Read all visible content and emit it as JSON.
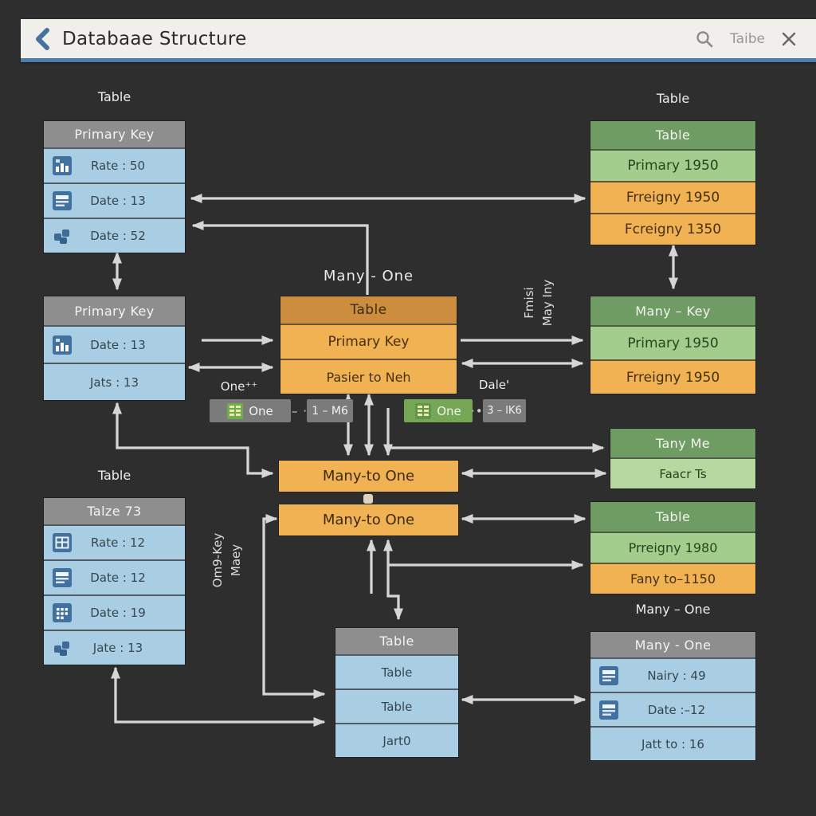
{
  "colors": {
    "background": "#2e2e2f",
    "app_bar": "#f1efec",
    "app_bar_underline": "#4f7dab",
    "accent_blue": "#47719f",
    "arrow": "#d6d6d6",
    "gray_header": "#8e8e8e",
    "blue_row": "#a9cee3",
    "green_header": "#6f9c63",
    "green_row": "#a3cd8d",
    "orange_row": "#f1b254",
    "orange_header": "#cc8e3e",
    "row_icon_blue": "#40719f",
    "legend_green": "#76a755",
    "legend_gray": "#7b7b7b"
  },
  "header": {
    "title": "Databaae Structure",
    "search_text": "Taibe",
    "back_icon": "back-chevron-icon",
    "search_icon": "search-icon",
    "close_icon": "close-icon"
  },
  "tables": {
    "left_top": {
      "label": "Table",
      "header": "Primary Key",
      "rows": [
        "Rate : 50",
        "Date : 13",
        "Date : 52"
      ]
    },
    "left_mid": {
      "header": "Primary Key",
      "rows": [
        "Date : 13",
        "Jats : 13"
      ]
    },
    "left_bottom": {
      "label": "Table",
      "header": "Talze 73",
      "rows": [
        "Rate : 12",
        "Date : 12",
        "Date : 19",
        "Jate : 13"
      ]
    },
    "center": {
      "relation_label": "Many - One",
      "header": "Table",
      "rows": [
        "Primary Key",
        "Pasier to Neh"
      ]
    },
    "right_top": {
      "label": "Table",
      "header": "Table",
      "rows": [
        "Primary 1950",
        "Frreigny 1950",
        "Fcreigny 1350"
      ]
    },
    "right_mid": {
      "header": "Many – Key",
      "rows": [
        "Primary 1950",
        "Frreigny 1950"
      ]
    },
    "right_small": {
      "header": "Tany Me",
      "rows": [
        "Faacr Ts"
      ]
    },
    "right_lower": {
      "header": "Table",
      "rows": [
        "Prreigny 1980",
        "Fany to–1150"
      ]
    },
    "bottom_center": {
      "header": "Table",
      "rows": [
        "Table",
        "Table",
        "Jart0"
      ]
    },
    "bottom_right": {
      "label": "Many – One",
      "header": "Many - One",
      "rows": [
        "Nairy : 49",
        "Date :–12",
        "Jatt to : 16"
      ]
    }
  },
  "bars": [
    "Many-to One",
    "Many-to One"
  ],
  "legend": {
    "left_label": "One⁺⁺",
    "left_chip": "One",
    "left_dots": "– ·",
    "left_link": "1 – M6",
    "right_label": "Dale'",
    "right_chip": "One",
    "right_dots": "·••",
    "right_link": "3 – lK6"
  },
  "rotated": {
    "left_line1": "Om9-Key",
    "left_line2": "Maey",
    "right_line1": "Fmisi",
    "right_line2": "May Iny"
  }
}
